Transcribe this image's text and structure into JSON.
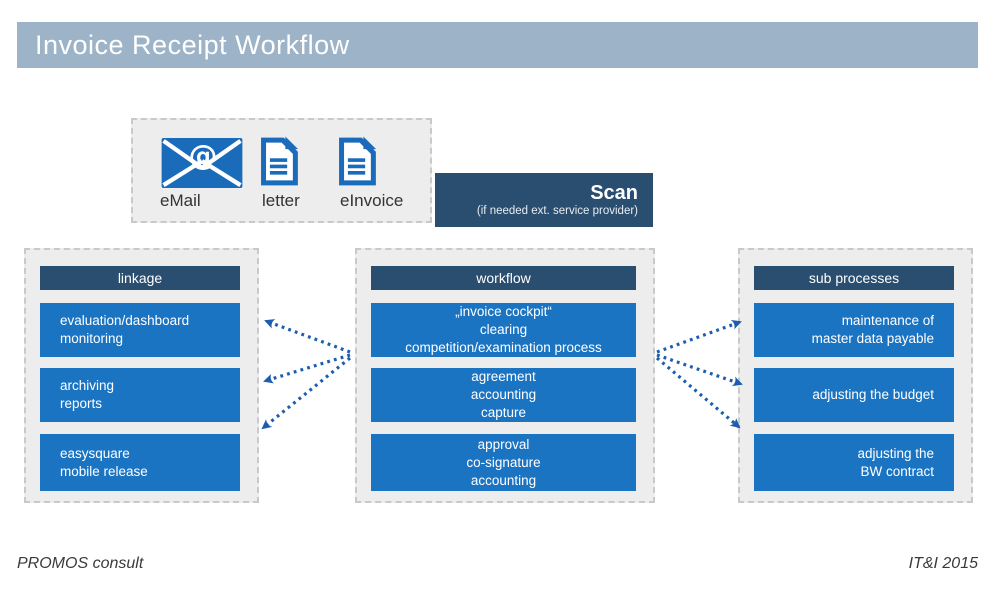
{
  "title_bar": {
    "title": "Invoice Receipt Workflow"
  },
  "intake": {
    "items": [
      {
        "label": "eMail",
        "icon": "email-envelope-icon"
      },
      {
        "label": "letter",
        "icon": "letter-document-icon"
      },
      {
        "label": "eInvoice",
        "icon": "einvoice-document-icon"
      }
    ],
    "scan_title": "Scan",
    "scan_subtitle": "(if needed ext. service provider)"
  },
  "columns": [
    {
      "header": "linkage",
      "rows": [
        {
          "lines": [
            "evaluation/dashboard",
            "monitoring"
          ]
        },
        {
          "lines": [
            "archiving",
            "reports"
          ]
        },
        {
          "lines": [
            "easysquare",
            "mobile release"
          ]
        }
      ]
    },
    {
      "header": "workflow",
      "rows": [
        {
          "lines": [
            "„invoice cockpit“",
            "clearing",
            "competition/examination process"
          ]
        },
        {
          "lines": [
            "agreement",
            "accounting",
            "capture"
          ]
        },
        {
          "lines": [
            "approval",
            "co-signature",
            "accounting"
          ]
        }
      ]
    },
    {
      "header": "sub processes",
      "rows": [
        {
          "lines": [
            "maintenance of",
            "master data payable"
          ]
        },
        {
          "lines": [
            "adjusting the budget"
          ]
        },
        {
          "lines": [
            "adjusting the",
            "BW contract"
          ]
        }
      ]
    }
  ],
  "footer": {
    "left": "PROMOS consult",
    "right": "IT&I 2015"
  },
  "colors": {
    "title_bar_bg": "#9db3c7",
    "navy": "#2a4e70",
    "box_blue": "#1b74c2",
    "arrow_blue": "#1d5cae",
    "panel_bg": "#ededee",
    "icon_blue": "#1a6cba",
    "label_text": "#333333"
  }
}
